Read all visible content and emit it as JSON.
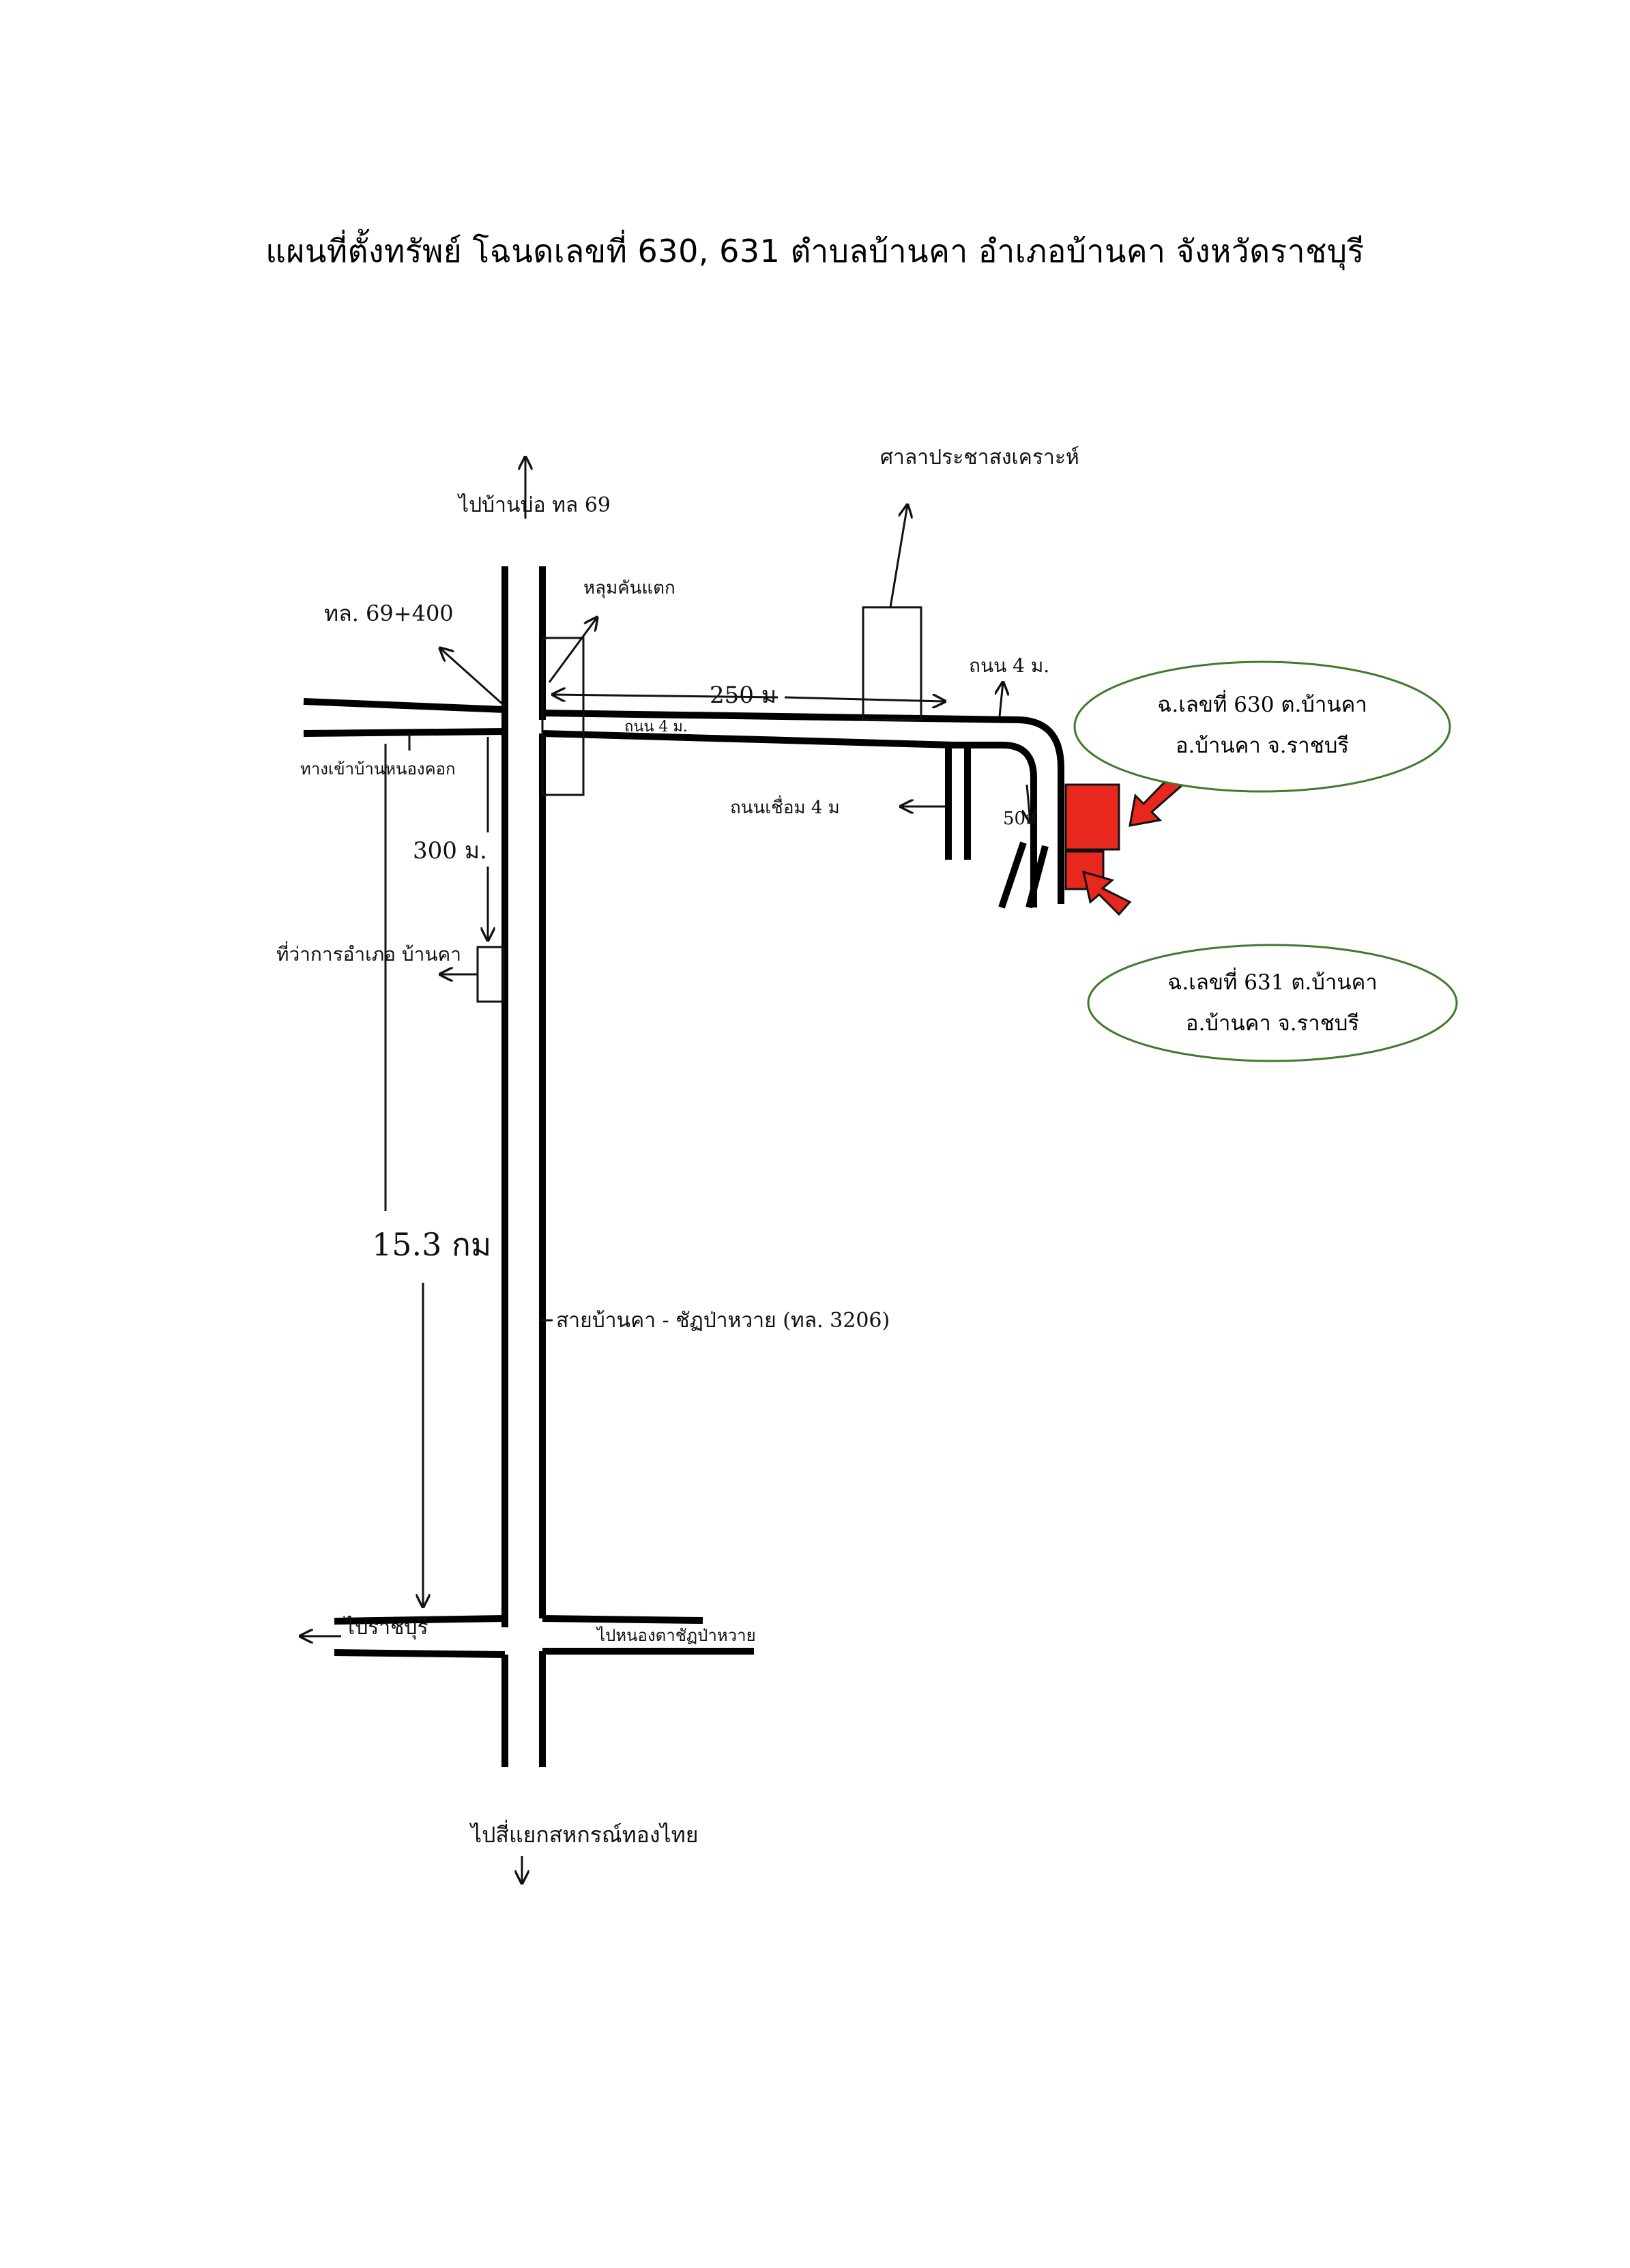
{
  "title": "แผนที่ตั้งทรัพย์ โฉนดเลขที่ 630, 631  ตำบลบ้านคา อำเภอบ้านคา จังหวัดราชบุรี",
  "colors": {
    "road": "#000000",
    "property": "#e8281e",
    "callout_border": "#3f7a2e"
  },
  "labels": {
    "to_north": "ไปบ้านบ่อ ทล 69",
    "km_marker": "ทล. 69+400",
    "khlong": "หลุมคันแตก",
    "to_top_right": "ศาลาประชาสงเคราะห์",
    "dist_250": "250 ม",
    "lane_4m_left": "ถนน 4 ม.",
    "lane_4m_right": "ถนน 4 ม.",
    "left_side_top": "ทางเข้าบ้านหนองคอก",
    "dist_300": "300 ม.",
    "district_office": "ที่ว่าการอำเภอ บ้านคา",
    "lane_4m_side": "ถนนเชื่อม 4 ม",
    "dist_50": "50ม",
    "dist_15_3": "15.3 กม",
    "main_road_name": "สายบ้านคา - ชัฏป่าหวาย (ทล. 3206)",
    "to_ratchaburi": "ไปราชบุรี",
    "to_chatpawai": "ไปหนองตาชัฏป่าหวาย",
    "to_south": "ไปสี่แยกสหกรณ์ทองไทย"
  },
  "callouts": [
    {
      "line1": "ฉ.เลขที่ 630 ต.บ้านคา",
      "line2": "อ.บ้านคา จ.ราชบรี"
    },
    {
      "line1": "ฉ.เลขที่ 631 ต.บ้านคา",
      "line2": "อ.บ้านคา จ.ราชบรี"
    }
  ]
}
